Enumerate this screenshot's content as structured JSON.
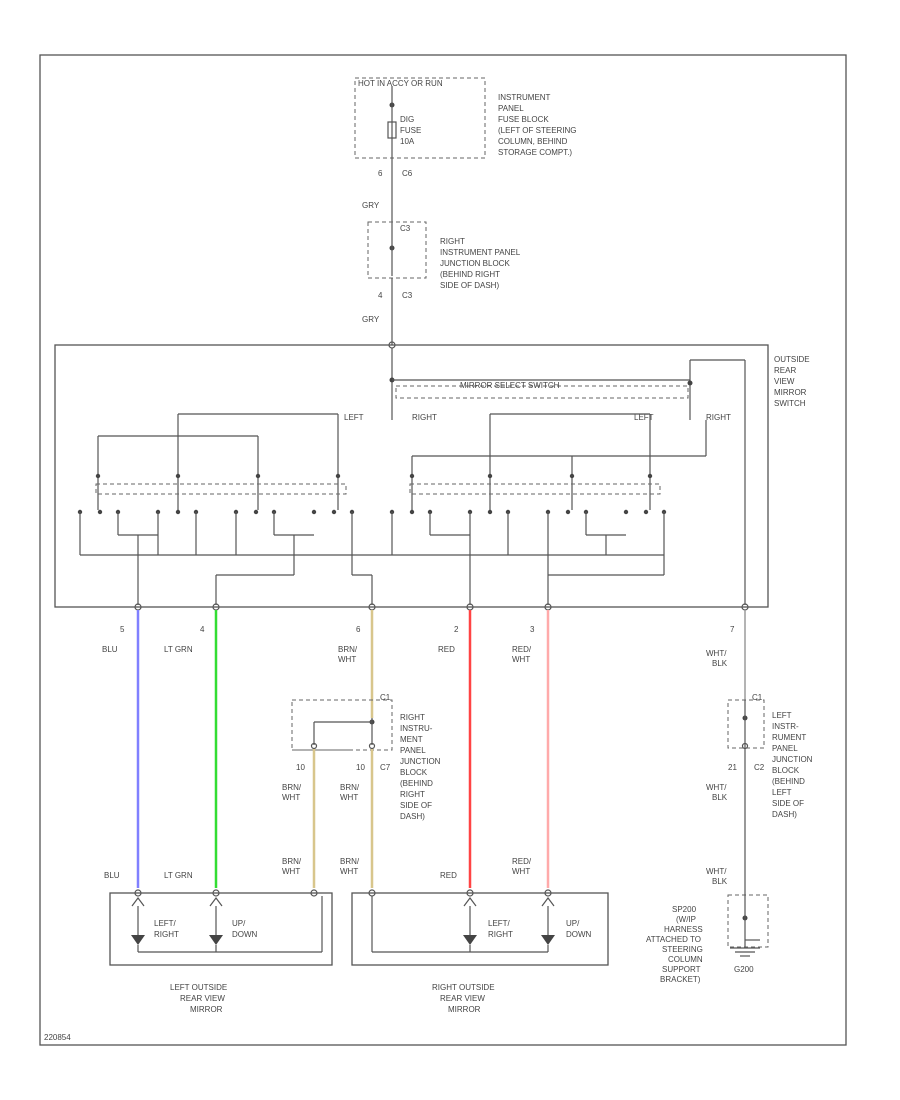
{
  "labels": {
    "hot": "HOT IN ACCY OR RUN",
    "fuse_name": "DIG",
    "fuse_word": "FUSE",
    "fuse_amp": "10A",
    "ip_fuse_block": [
      "INSTRUMENT",
      "PANEL",
      "FUSE BLOCK",
      "(LEFT OF STEERING",
      "COLUMN, BEHIND",
      "STORAGE COMPT.)"
    ],
    "c6_pin": "6",
    "c6": "C6",
    "wire_gry_1": "GRY",
    "c3_top": "C3",
    "rjb_top": [
      "RIGHT",
      "INSTRUMENT PANEL",
      "JUNCTION BLOCK",
      "(BEHIND RIGHT",
      "SIDE OF DASH)"
    ],
    "c3_pin": "4",
    "c3": "C3",
    "wire_gry_2": "GRY",
    "mirror_select": "MIRROR SELECT SWITCH",
    "left_1": "LEFT",
    "right_1": "RIGHT",
    "left_2": "LEFT",
    "right_2": "RIGHT",
    "switch_name": [
      "OUTSIDE",
      "REAR",
      "VIEW",
      "MIRROR",
      "SWITCH"
    ],
    "wire_blu": {
      "pin": "5",
      "color": "BLU"
    },
    "wire_ltgrn": {
      "pin": "4",
      "color": "LT GRN"
    },
    "wire_brnwht": {
      "pin": "6",
      "color": [
        "BRN/",
        "WHT"
      ]
    },
    "wire_red": {
      "pin": "2",
      "color": "RED"
    },
    "wire_redwht": {
      "pin": "3",
      "color": [
        "RED/",
        "WHT"
      ]
    },
    "wire_whtblk": {
      "pin": "7",
      "color": [
        "WHT/",
        "BLK"
      ]
    },
    "c1_mid": "C1",
    "rjb_mid": [
      "RIGHT",
      "INSTRU-",
      "MENT",
      "PANEL",
      "JUNCTION",
      "BLOCK",
      "(BEHIND",
      "RIGHT",
      "SIDE OF",
      "DASH)"
    ],
    "pin_10a": "10",
    "pin_10b": "10",
    "c7": "C7",
    "brn_wht_a": [
      "BRN/",
      "WHT"
    ],
    "brn_wht_b": [
      "BRN/",
      "WHT"
    ],
    "c1_left": "C1",
    "ljb": [
      "LEFT",
      "INSTR-",
      "RUMENT",
      "PANEL",
      "JUNCTION",
      "BLOCK",
      "(BEHIND",
      "LEFT",
      "SIDE OF",
      "DASH)"
    ],
    "pin_21": "21",
    "c2": "C2",
    "wht_blk_mid": [
      "WHT/",
      "BLK"
    ],
    "wht_blk_bot": [
      "WHT/",
      "BLK"
    ],
    "sp_blu": "BLU",
    "sp_ltgrn": "LT GRN",
    "sp_brn_a": [
      "BRN/",
      "WHT"
    ],
    "sp_brn_b": [
      "BRN/",
      "WHT"
    ],
    "sp_red": "RED",
    "sp_redwht": [
      "RED/",
      "WHT"
    ],
    "lm_lr": [
      "LEFT/",
      "RIGHT"
    ],
    "lm_ud": [
      "UP/",
      "DOWN"
    ],
    "rm_lr": [
      "LEFT/",
      "RIGHT"
    ],
    "rm_ud": [
      "UP/",
      "DOWN"
    ],
    "left_mirror": [
      "LEFT OUTSIDE",
      "REAR VIEW",
      "MIRROR"
    ],
    "right_mirror": [
      "RIGHT OUTSIDE",
      "REAR VIEW",
      "MIRROR"
    ],
    "sp200": [
      "SP200",
      "(W/IP",
      "HARNESS",
      "ATTACHED TO",
      "STEERING",
      "COLUMN",
      "SUPPORT",
      "BRACKET)"
    ],
    "g200": "G200",
    "doc_id": "220854"
  },
  "colors": {
    "blu": "#8080ff",
    "ltgrn": "#33dd33",
    "brnwht": "#d8c68c",
    "red": "#ff4444",
    "redwht": "#ffaaaa",
    "whtblk": "#9a9a9a",
    "line": "#555555"
  }
}
